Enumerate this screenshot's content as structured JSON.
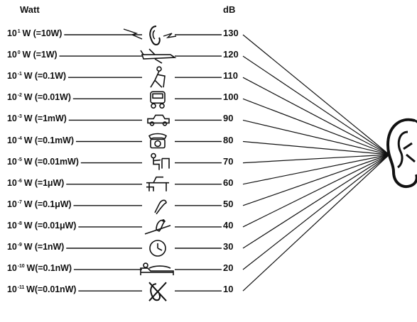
{
  "header": {
    "watt": "Watt",
    "db": "dB"
  },
  "rows": [
    {
      "base": "10",
      "exp": "1",
      "rest": "W  (=10W)",
      "db": "130",
      "icon": "ear-icon"
    },
    {
      "base": "10",
      "exp": "0",
      "rest": "W  (=1W)",
      "db": "120",
      "icon": "airplane-icon"
    },
    {
      "base": "10",
      "exp": "-1",
      "rest": "W  (=0.1W)",
      "db": "110",
      "icon": "jackhammer-worker-icon"
    },
    {
      "base": "10",
      "exp": "-2",
      "rest": "W  (=0.01W)",
      "db": "100",
      "icon": "truck-icon"
    },
    {
      "base": "10",
      "exp": "-3",
      "rest": "W  (=1mW)",
      "db": "90",
      "icon": "car-icon"
    },
    {
      "base": "10",
      "exp": "-4",
      "rest": "W  (=0.1mW)",
      "db": "80",
      "icon": "telephone-icon"
    },
    {
      "base": "10",
      "exp": "-5",
      "rest": "W  (=0.01mW)",
      "db": "70",
      "icon": "office-worker-icon"
    },
    {
      "base": "10",
      "exp": "-6",
      "rest": "W  (=1μW)",
      "db": "60",
      "icon": "office-desk-icon"
    },
    {
      "base": "10",
      "exp": "-7",
      "rest": "W  (=0.1μW)",
      "db": "50",
      "icon": "bird-icon"
    },
    {
      "base": "10",
      "exp": "-8",
      "rest": "W  (=0.01μW)",
      "db": "40",
      "icon": "bird-on-branch-icon"
    },
    {
      "base": "10",
      "exp": "-9",
      "rest": "W  (=1nW)",
      "db": "30",
      "icon": "clock-icon"
    },
    {
      "base": "10",
      "exp": "-10",
      "rest": "W(=0.1nW)",
      "db": "20",
      "icon": "sleeping-person-icon"
    },
    {
      "base": "10",
      "exp": "-11",
      "rest": "W(=0.01nW)",
      "db": "10",
      "icon": "crossed-out-ear-icon"
    }
  ],
  "big_ear_icon": "ear-icon",
  "colors": {
    "ink": "#111111",
    "background": "#ffffff"
  }
}
